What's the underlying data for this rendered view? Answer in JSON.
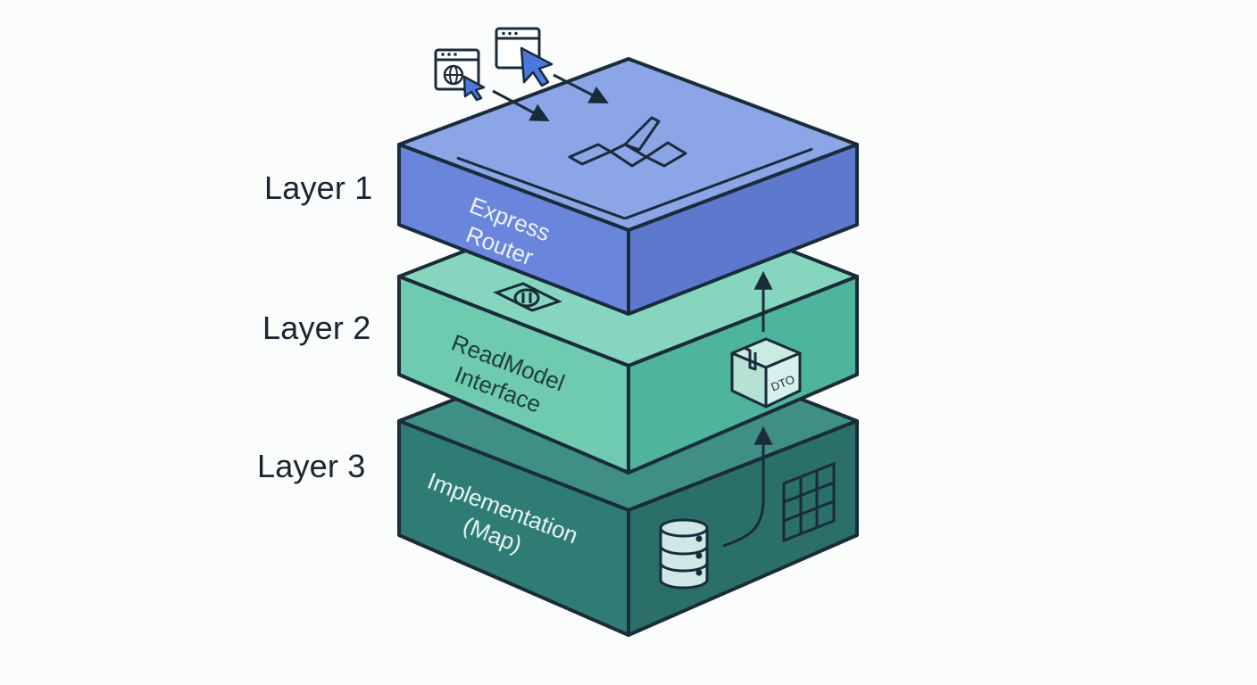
{
  "layer_labels": [
    "Layer 1",
    "Layer 2",
    "Layer 3"
  ],
  "layers": [
    {
      "title_line1": "Express",
      "title_line2": "Router"
    },
    {
      "title_line1": "ReadModel",
      "title_line2": "Interface"
    },
    {
      "title_line1": "Implementation",
      "title_line2": "(Map)"
    }
  ],
  "dto_label": "DTO",
  "colors": {
    "outline": "#1a2b3a",
    "layer1_top": "#8ba5e6",
    "layer1_left": "#6a85dc",
    "layer1_right": "#5d78cc",
    "layer2_top": "#86d6bf",
    "layer2_left": "#6fcbb0",
    "layer2_right": "#4fb49c",
    "layer3_top": "#3f8f85",
    "layer3_left": "#2f7c75",
    "layer3_right": "#2b6f69"
  },
  "icons": [
    "browser-globe-icon",
    "browser-cursor-icon",
    "router-logo-icon",
    "interface-plug-icon",
    "dto-box-icon",
    "database-icon",
    "table-grid-icon"
  ]
}
